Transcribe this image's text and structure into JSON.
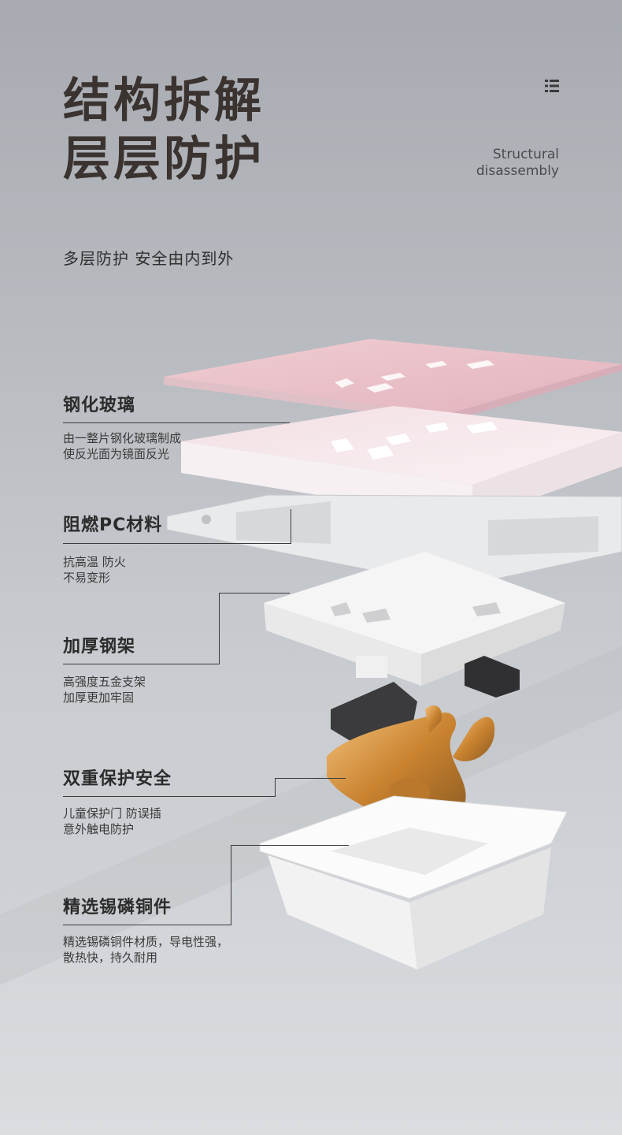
{
  "header": {
    "title_line1": "结构拆解",
    "title_line2": "层层防护",
    "english_line1": "Structural",
    "english_line2": "disassembly",
    "subtitle": "多层防护  安全由内到外"
  },
  "features": [
    {
      "title": "钢化玻璃",
      "desc_line1": "由一整片钢化玻璃制成",
      "desc_line2": "使反光面为镜面反光"
    },
    {
      "title": "阻燃PC材料",
      "desc_line1": "抗高温 防火",
      "desc_line2": "不易变形"
    },
    {
      "title": "加厚钢架",
      "desc_line1": "高强度五金支架",
      "desc_line2": "加厚更加牢固"
    },
    {
      "title": "双重保护安全",
      "desc_line1": "儿童保护门 防误插",
      "desc_line2": "意外触电防护"
    },
    {
      "title": "精选锡磷铜件",
      "desc_line1": "精选锡磷铜件材质，导电性强，",
      "desc_line2": "散热快，持久耐用"
    }
  ],
  "icons": {
    "menu": "menu-grid-icon"
  },
  "colors": {
    "glass_pink": "#ecc8cf",
    "panel_white": "#f4eef0",
    "copper": "#d89a48",
    "title": "#3a3330"
  }
}
